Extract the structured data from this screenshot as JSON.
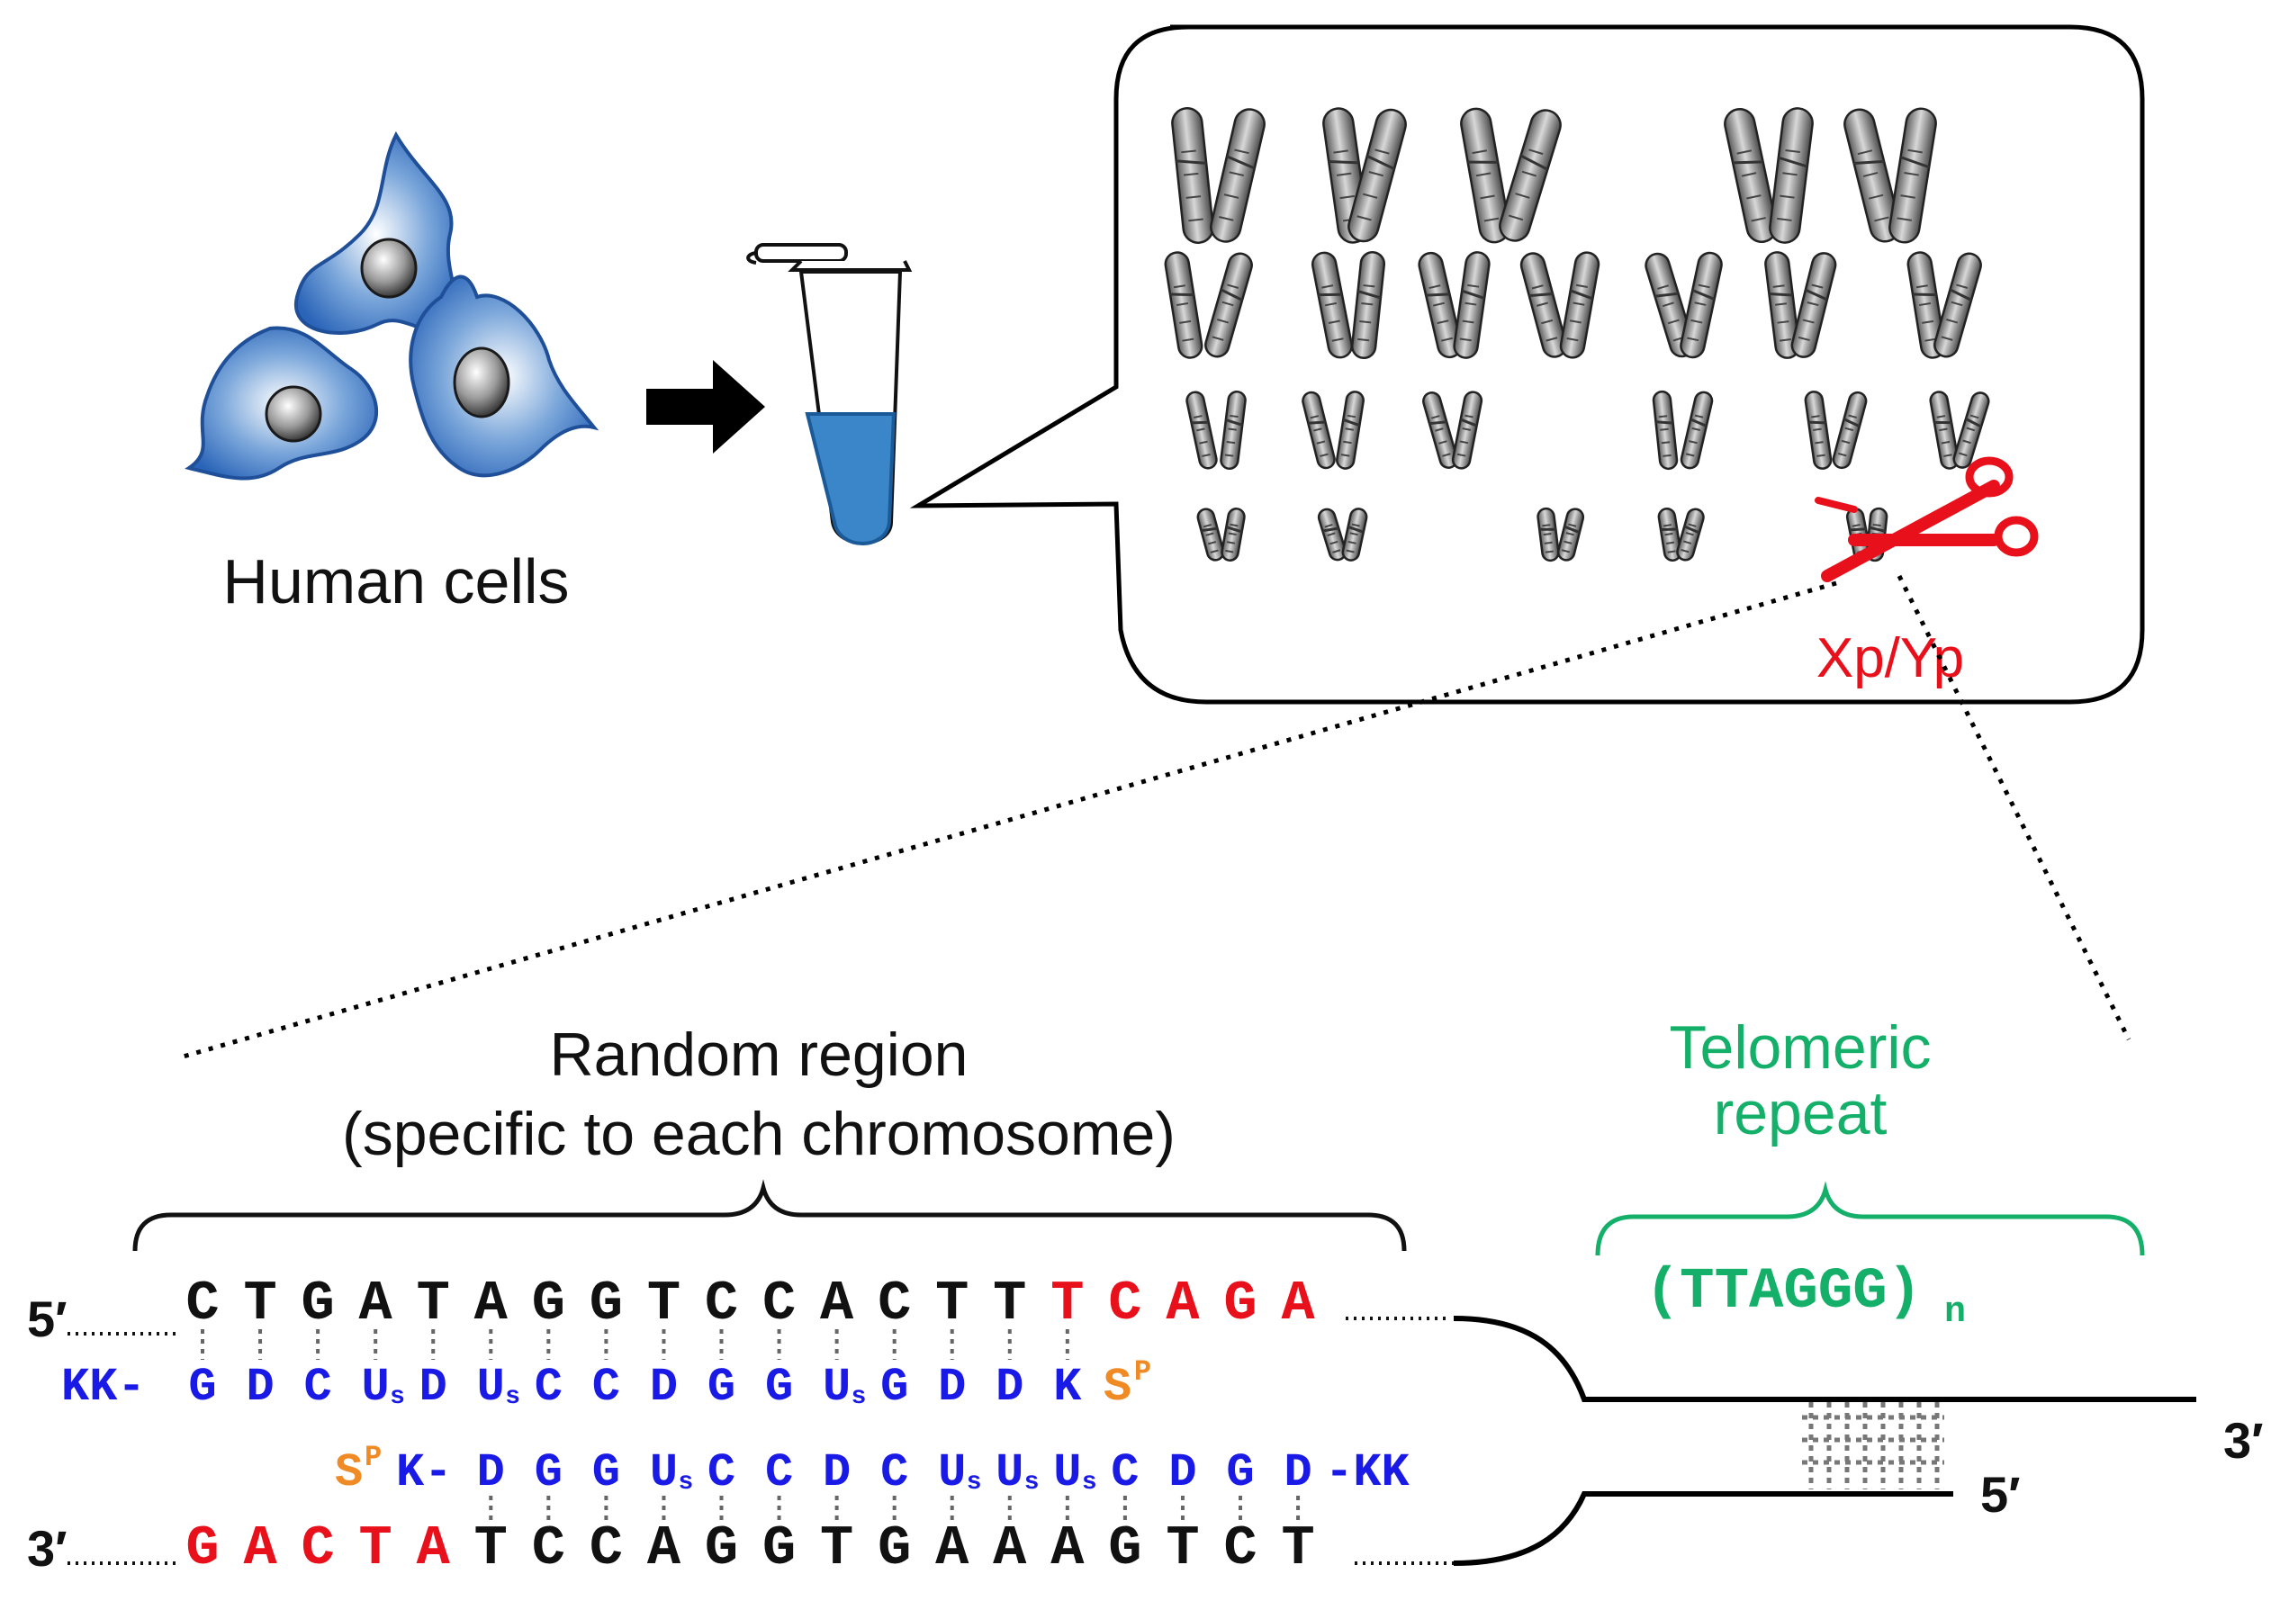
{
  "labels": {
    "human_cells": "Human cells",
    "xp_yp": "Xp/Yp",
    "random_region_line1": "Random region",
    "random_region_line2": "(specific to each chromosome)",
    "telomeric_line1": "Telomeric",
    "telomeric_line2": "repeat",
    "repeat_unit": "(TTAGGG)",
    "repeat_sub": "n"
  },
  "ends": {
    "top_left": "5′",
    "bottom_left": "3′",
    "top_right": "3′",
    "inner_right": "5′"
  },
  "sequences": {
    "top_strand": [
      {
        "t": "C",
        "c": "black"
      },
      {
        "t": "T",
        "c": "black"
      },
      {
        "t": "G",
        "c": "black"
      },
      {
        "t": "A",
        "c": "black"
      },
      {
        "t": "T",
        "c": "black"
      },
      {
        "t": "A",
        "c": "black"
      },
      {
        "t": "G",
        "c": "black"
      },
      {
        "t": "G",
        "c": "black"
      },
      {
        "t": "T",
        "c": "black"
      },
      {
        "t": "C",
        "c": "black"
      },
      {
        "t": "C",
        "c": "black"
      },
      {
        "t": "A",
        "c": "black"
      },
      {
        "t": "C",
        "c": "black"
      },
      {
        "t": "T",
        "c": "black"
      },
      {
        "t": "T",
        "c": "black"
      },
      {
        "t": "T",
        "c": "red"
      },
      {
        "t": "C",
        "c": "red"
      },
      {
        "t": "A",
        "c": "red"
      },
      {
        "t": "G",
        "c": "red"
      },
      {
        "t": "A",
        "c": "red"
      }
    ],
    "probe1_prefix": "KK-",
    "probe1": [
      {
        "t": "G",
        "s": ""
      },
      {
        "t": "D",
        "s": ""
      },
      {
        "t": "C",
        "s": ""
      },
      {
        "t": "U",
        "s": "s"
      },
      {
        "t": "D",
        "s": ""
      },
      {
        "t": "U",
        "s": "s"
      },
      {
        "t": "C",
        "s": ""
      },
      {
        "t": "C",
        "s": ""
      },
      {
        "t": "D",
        "s": ""
      },
      {
        "t": "G",
        "s": ""
      },
      {
        "t": "G",
        "s": ""
      },
      {
        "t": "U",
        "s": "s"
      },
      {
        "t": "G",
        "s": ""
      },
      {
        "t": "D",
        "s": ""
      },
      {
        "t": "D",
        "s": ""
      },
      {
        "t": "K",
        "s": ""
      }
    ],
    "probe1_suffix": "S",
    "probe1_suffix_sup": "P",
    "probe2_prefix": "S",
    "probe2_prefix_sup": "P",
    "probe2_lead": "K-",
    "probe2": [
      {
        "t": "D",
        "s": ""
      },
      {
        "t": "G",
        "s": ""
      },
      {
        "t": "G",
        "s": ""
      },
      {
        "t": "U",
        "s": "s"
      },
      {
        "t": "C",
        "s": ""
      },
      {
        "t": "C",
        "s": ""
      },
      {
        "t": "D",
        "s": ""
      },
      {
        "t": "C",
        "s": ""
      },
      {
        "t": "U",
        "s": "s"
      },
      {
        "t": "U",
        "s": "s"
      },
      {
        "t": "U",
        "s": "s"
      },
      {
        "t": "C",
        "s": ""
      },
      {
        "t": "D",
        "s": ""
      },
      {
        "t": "G",
        "s": ""
      },
      {
        "t": "D",
        "s": ""
      }
    ],
    "probe2_suffix": "-KK",
    "bottom_strand": [
      {
        "t": "G",
        "c": "red"
      },
      {
        "t": "A",
        "c": "red"
      },
      {
        "t": "C",
        "c": "red"
      },
      {
        "t": "T",
        "c": "red"
      },
      {
        "t": "A",
        "c": "red"
      },
      {
        "t": "T",
        "c": "black"
      },
      {
        "t": "C",
        "c": "black"
      },
      {
        "t": "C",
        "c": "black"
      },
      {
        "t": "A",
        "c": "black"
      },
      {
        "t": "G",
        "c": "black"
      },
      {
        "t": "G",
        "c": "black"
      },
      {
        "t": "T",
        "c": "black"
      },
      {
        "t": "G",
        "c": "black"
      },
      {
        "t": "A",
        "c": "black"
      },
      {
        "t": "A",
        "c": "black"
      },
      {
        "t": "A",
        "c": "black"
      },
      {
        "t": "G",
        "c": "black"
      },
      {
        "t": "T",
        "c": "black"
      },
      {
        "t": "C",
        "c": "black"
      },
      {
        "t": "T",
        "c": "black"
      }
    ]
  },
  "colors": {
    "black": "#111111",
    "red": "#e8101a",
    "blue": "#1a1ae6",
    "orange": "#f08a24",
    "green": "#14b06a",
    "cell_blue": "#2a64b8",
    "tube_blue": "#3a86c8"
  },
  "icons": {
    "cells": "cells-icon",
    "arrow": "right-arrow-icon",
    "tube": "microtube-icon",
    "karyotype": "chromosome-icon",
    "scissors": "scissors-icon"
  }
}
